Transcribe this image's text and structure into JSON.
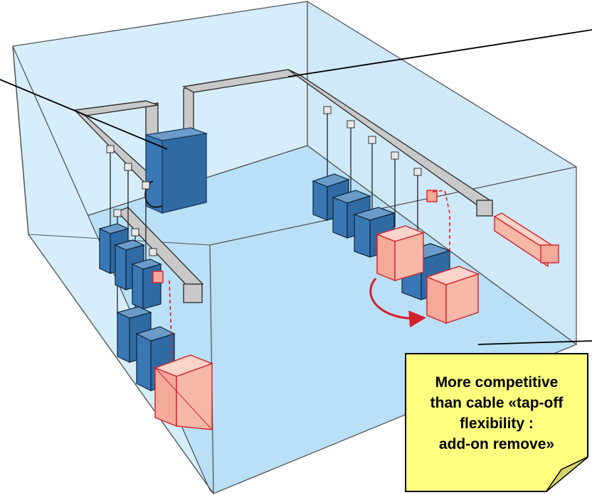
{
  "note": {
    "lines": [
      "More competitive",
      "than cable «tap-off",
      "flexibility :",
      "add-on remove»"
    ]
  },
  "colors": {
    "room_wall": "#d6eefb",
    "room_floor": "#b9e0f6",
    "busbar": "#c9c9c9",
    "tapoff_box": "#2f6aa3",
    "tapoff_box_new": "#f7b8a8",
    "move_arrow": "#d4202a",
    "note_background": "#ffff80"
  }
}
